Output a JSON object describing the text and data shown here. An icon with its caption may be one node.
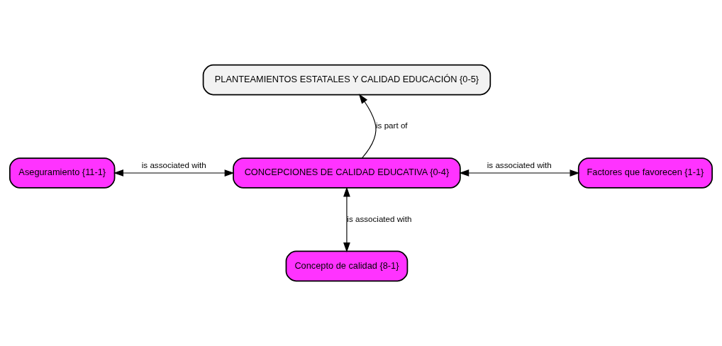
{
  "diagram": {
    "nodes": [
      {
        "text": [
          "PLANTEAMIENTOS ESTATALES Y CALIDAD EDUCACIÓN {0-5}"
        ]
      },
      {
        "text": [
          "Aseguramiento {11-1}"
        ]
      },
      {
        "text": [
          "CONCEPCIONES DE CALIDAD EDUCATIVA {0-4}"
        ]
      },
      {
        "text": [
          "Factores que favorecen {1-1}"
        ]
      },
      {
        "text": [
          "Concepto de calidad {8-1}"
        ]
      }
    ],
    "edges": [
      {
        "from": 2,
        "to": 0,
        "arrow": "to",
        "label": "is part of"
      },
      {
        "from": 1,
        "to": 2,
        "arrow": "both",
        "label": "is associated with"
      },
      {
        "from": 2,
        "to": 3,
        "arrow": "both",
        "label": "is associated with"
      },
      {
        "from": 2,
        "to": 4,
        "arrow": "both",
        "label": "is associated with"
      }
    ]
  }
}
